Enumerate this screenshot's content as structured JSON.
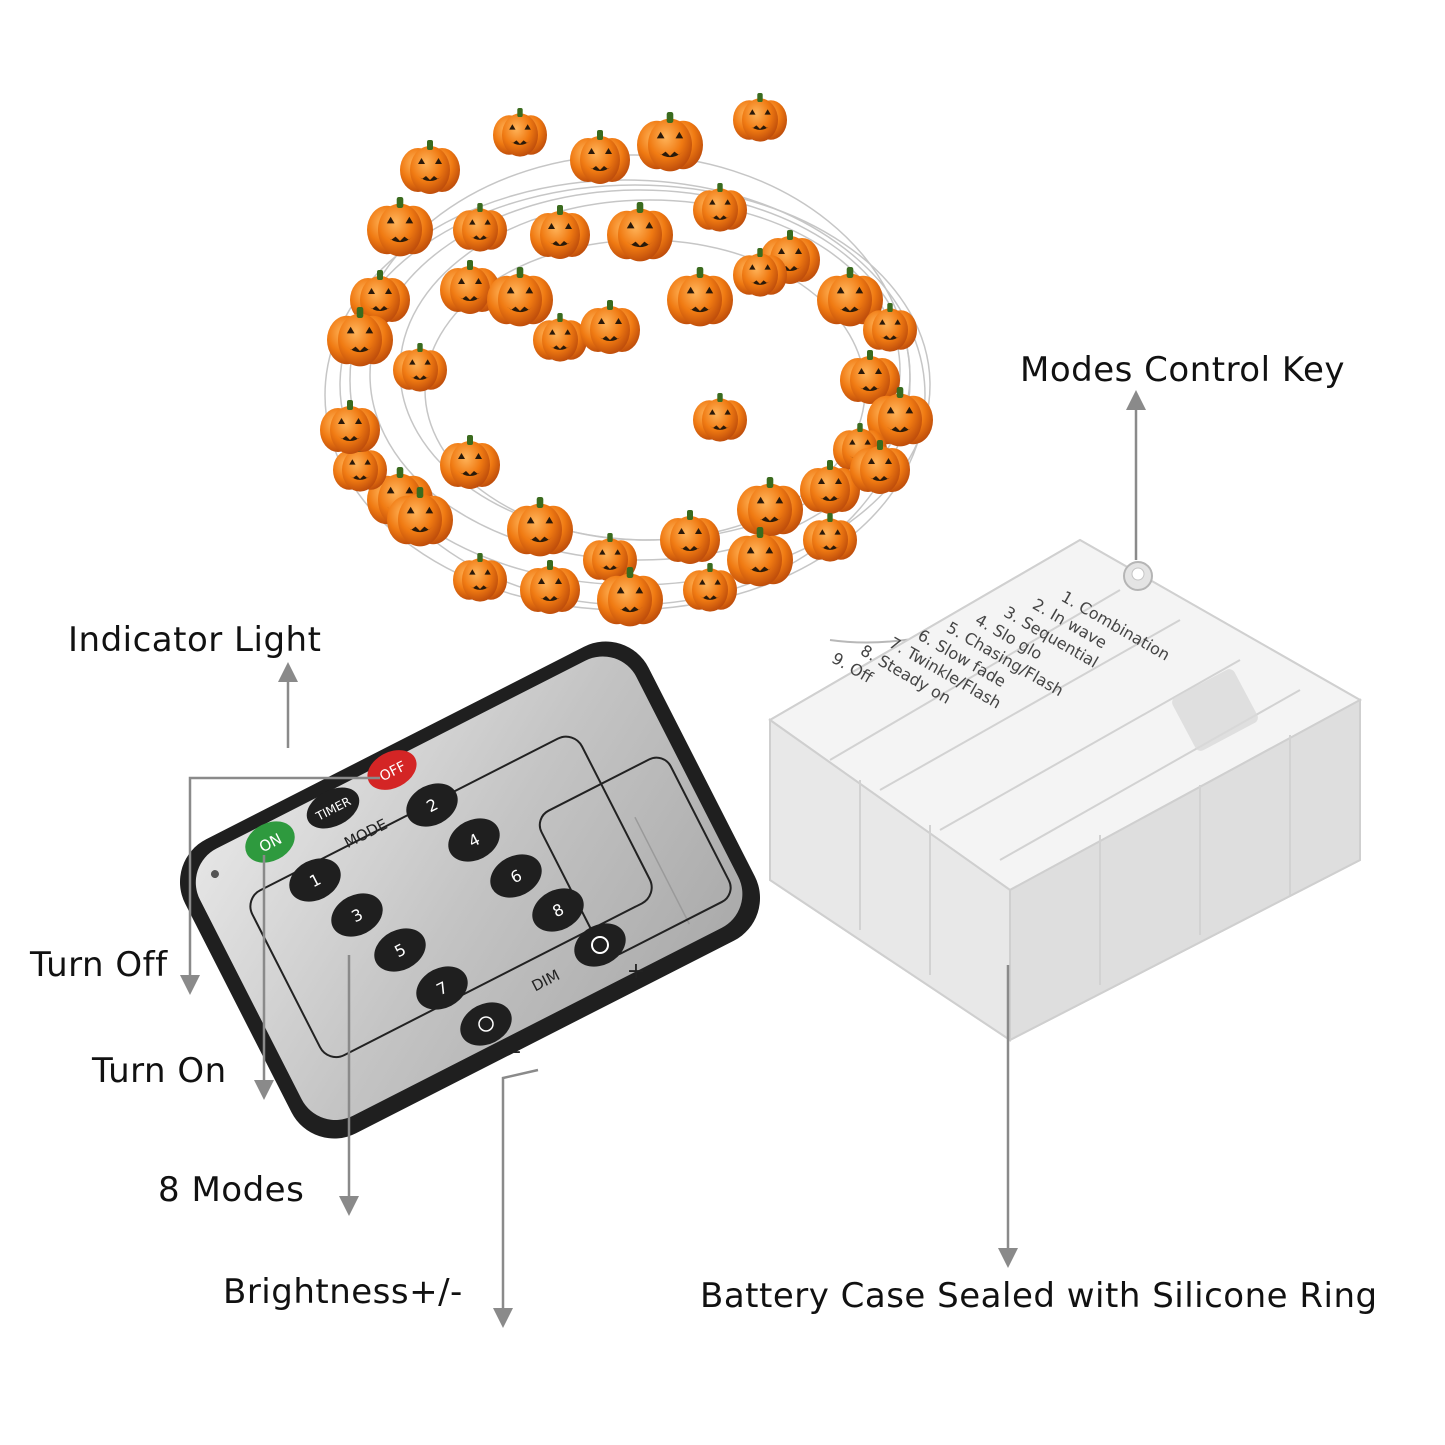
{
  "labels": {
    "modes_control_key": "Modes Control Key",
    "indicator_light": "Indicator Light",
    "turn_off": "Turn Off",
    "turn_on": "Turn On",
    "eight_modes": "8 Modes",
    "brightness": "Brightness+/-",
    "battery_case": "Battery Case Sealed with Silicone Ring"
  },
  "remote": {
    "off": "OFF",
    "on": "ON",
    "timer": "TIMER",
    "mode": "MODE",
    "dim": "DIM",
    "plus": "+",
    "minus": "-",
    "keys": [
      "1",
      "2",
      "3",
      "4",
      "5",
      "6",
      "7",
      "8"
    ]
  },
  "battery_case": {
    "modes": [
      "1. Combination",
      "2. In wave",
      "3. Sequential",
      "4. Slo glo",
      "5. Chasing/Flash",
      "6. Slow fade",
      "7. Twinkle/Flash",
      "8. Steady on",
      "9. Off"
    ]
  },
  "colors": {
    "pumpkin": "#f07a12",
    "pumpkin_dark": "#c85608",
    "remote_body": "#1f1f1f",
    "remote_panel": "#c9c9c9",
    "on_button": "#2e9a3e",
    "off_button": "#d42525",
    "arrow": "#8a8a8a"
  }
}
